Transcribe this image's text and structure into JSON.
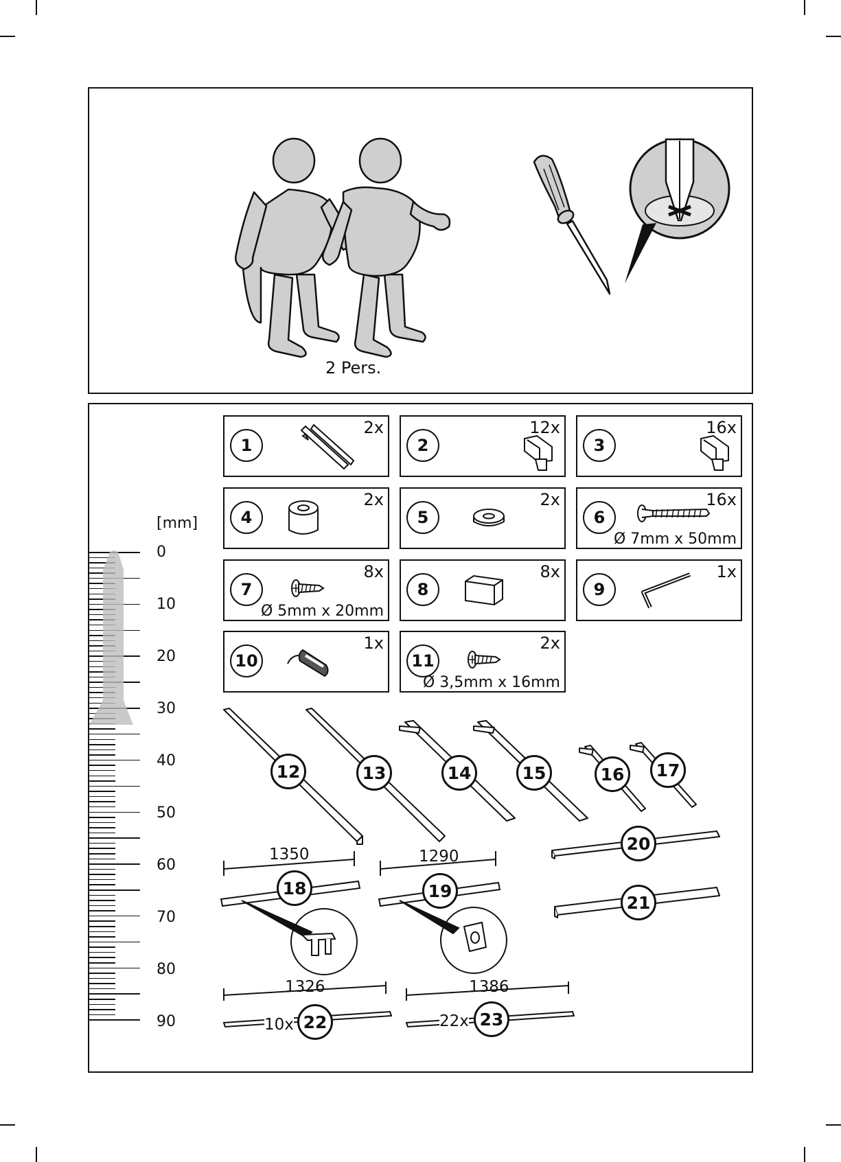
{
  "people_caption": "2 Pers.",
  "ruler": {
    "unit": "[mm]",
    "labels": [
      "0",
      "10",
      "20",
      "30",
      "40",
      "50",
      "60",
      "70",
      "80",
      "90"
    ]
  },
  "parts_boxes": [
    {
      "number": "1",
      "qty": "2x",
      "dim": "",
      "icon": "bracket-clamp-icon"
    },
    {
      "number": "2",
      "qty": "12x",
      "dim": "",
      "icon": "slat-holder-icon"
    },
    {
      "number": "3",
      "qty": "16x",
      "dim": "",
      "icon": "slat-holder-icon"
    },
    {
      "number": "4",
      "qty": "2x",
      "dim": "",
      "icon": "spacer-icon"
    },
    {
      "number": "5",
      "qty": "2x",
      "dim": "",
      "icon": "washer-icon"
    },
    {
      "number": "6",
      "qty": "16x",
      "dim": "Ø 7mm x 50mm",
      "icon": "bolt-icon"
    },
    {
      "number": "7",
      "qty": "8x",
      "dim": "Ø 5mm x 20mm",
      "icon": "screw-icon"
    },
    {
      "number": "8",
      "qty": "8x",
      "dim": "",
      "icon": "end-cap-icon"
    },
    {
      "number": "9",
      "qty": "1x",
      "dim": "",
      "icon": "allen-key-icon"
    },
    {
      "number": "10",
      "qty": "1x",
      "dim": "",
      "icon": "belt-icon"
    },
    {
      "number": "11",
      "qty": "2x",
      "dim": "Ø 3,5mm x 16mm",
      "icon": "screw-icon"
    }
  ],
  "boards": [
    "12",
    "13",
    "14",
    "15",
    "16",
    "17",
    "20",
    "21"
  ],
  "rails": [
    {
      "number": "18",
      "length": "1350"
    },
    {
      "number": "19",
      "length": "1290"
    }
  ],
  "slats": [
    {
      "number": "22",
      "length": "1326",
      "count": "10x"
    },
    {
      "number": "23",
      "length": "1386",
      "count": "22x"
    }
  ]
}
